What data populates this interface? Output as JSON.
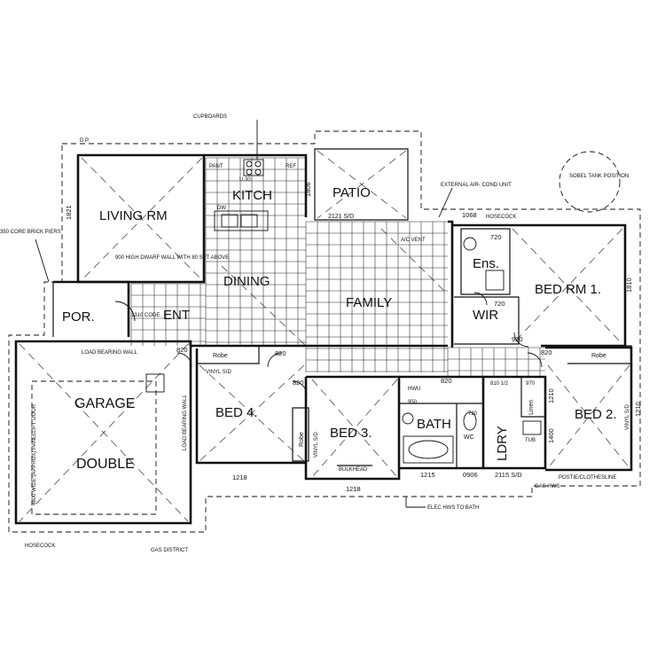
{
  "rooms": {
    "living": "LIVING RM",
    "kitchen": "KITCH",
    "patio": "PATIO",
    "dining": "DINING",
    "family": "FAMILY",
    "ensuite": "Ens.",
    "bed1": "BED RM 1.",
    "wir": "WIR",
    "porch": "POR.",
    "entry": "ENT",
    "garage": "GARAGE",
    "garage_double": "DOUBLE",
    "bed4": "BED 4.",
    "bed3": "BED 3.",
    "bath": "BATH",
    "wc": "WC",
    "laundry": "LDRY",
    "linen": "Linen",
    "bed2": "BED 2.",
    "robe_bed4": "Robe",
    "robe_bed3": "Robe",
    "robe_bed2": "Robe"
  },
  "notes": {
    "cupboards": "CUPBOARDS",
    "septic": "SOBEL TANK POSITION",
    "sliding_2121": "2121 S/D",
    "external_aircon": "EXTERNAL AIR- COND UNIT",
    "hosecock_top": "HOSECOCK",
    "ac_vent": "A/C VENT",
    "core_pier": "350 CORE BRICK PIERS",
    "half_wall": "900 HIGH DWARF WALL WITH 80 SET ABOVE",
    "load_wall_h": "LOAD BEARING WALL",
    "load_wall_v": "LOAD BEARING WALL",
    "vinyl_sd": "VINYL S/D",
    "vinyl_sd_bed3": "VINYL S/D",
    "robe_sd": "VINYL S/D",
    "panel_lift": "4800 WIDE (APPROX) PANELLIFT DOOR",
    "bulkhead": "BULKHEAD",
    "hosecock_bottom": "HOSECOCK",
    "gas_meter": "GAS DISTRICT",
    "elec_bath": "ELEC HWS TO BATH",
    "gas_hws": "GAS HWS",
    "postie": "POSTIE/CLOTHESLINE",
    "pantry": "PANT",
    "hwc": "HWU",
    "tub": "TUB",
    "dp": "D.P.",
    "uc": "U.30",
    "rof": "REF",
    "dw": "DW"
  },
  "dimensions": {
    "d1821": "1821",
    "d1806": "1806",
    "d1068": "1068",
    "d720_ens": "720",
    "d720_wir": "720",
    "d1810": "1810",
    "d820_a": "820",
    "d820_b": "820",
    "d820_c": "820",
    "d820_d": "820",
    "d820_e": "820",
    "d920": "920",
    "d1310": "1310 CODE",
    "d1218_a": "1218",
    "d1218_b": "1218",
    "d1215": "1215",
    "d0906": "0906",
    "d2115": "2115 S/D",
    "d1210_right": "1210",
    "d1210_wir": "1210",
    "d1400": "1400",
    "d810_l": "810 1/2",
    "d970": "970",
    "d950": "950",
    "d720_wc": "720"
  }
}
